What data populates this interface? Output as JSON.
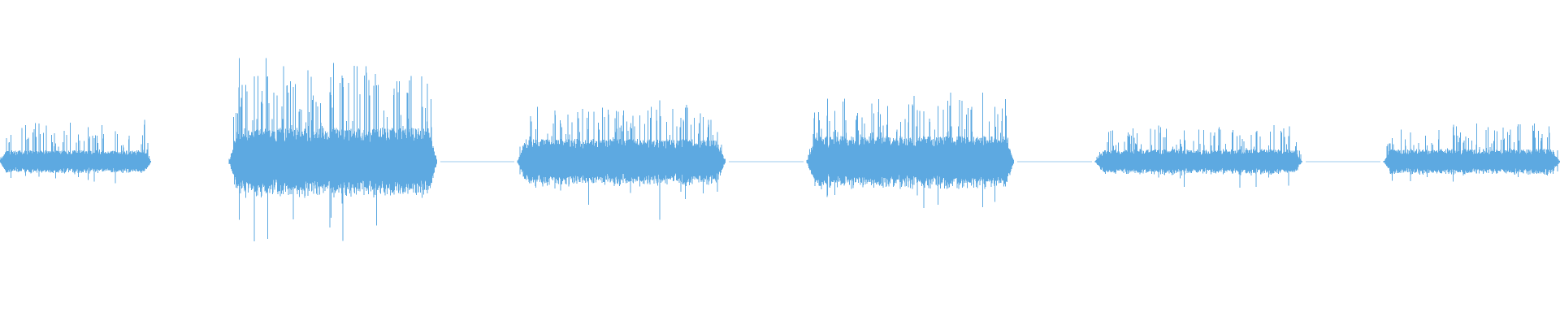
{
  "waveform": {
    "color": "#5DA9E1",
    "background": "#FFFFFF",
    "segments": [
      {
        "name": "segment-1",
        "start": 0.0,
        "end": 0.097,
        "amplitude": 0.2,
        "burstiness": 0.35,
        "kind": "sound"
      },
      {
        "name": "gap-1",
        "start": 0.097,
        "end": 0.147,
        "amplitude": 0.0,
        "burstiness": 0.0,
        "kind": "silence"
      },
      {
        "name": "segment-2",
        "start": 0.147,
        "end": 0.28,
        "amplitude": 0.6,
        "burstiness": 0.8,
        "kind": "sound"
      },
      {
        "name": "gap-2",
        "start": 0.28,
        "end": 0.332,
        "amplitude": 0.01,
        "burstiness": 0.0,
        "kind": "noise-floor"
      },
      {
        "name": "segment-3",
        "start": 0.332,
        "end": 0.465,
        "amplitude": 0.4,
        "burstiness": 0.45,
        "kind": "sound"
      },
      {
        "name": "gap-3",
        "start": 0.465,
        "end": 0.517,
        "amplitude": 0.01,
        "burstiness": 0.0,
        "kind": "noise-floor"
      },
      {
        "name": "segment-4",
        "start": 0.517,
        "end": 0.65,
        "amplitude": 0.45,
        "burstiness": 0.5,
        "kind": "sound"
      },
      {
        "name": "gap-4",
        "start": 0.65,
        "end": 0.702,
        "amplitude": 0.01,
        "burstiness": 0.0,
        "kind": "noise-floor"
      },
      {
        "name": "segment-5",
        "start": 0.702,
        "end": 0.835,
        "amplitude": 0.22,
        "burstiness": 0.3,
        "kind": "sound"
      },
      {
        "name": "gap-5",
        "start": 0.835,
        "end": 0.887,
        "amplitude": 0.01,
        "burstiness": 0.0,
        "kind": "noise-floor"
      },
      {
        "name": "segment-6",
        "start": 0.887,
        "end": 1.0,
        "amplitude": 0.22,
        "burstiness": 0.3,
        "kind": "sound"
      }
    ]
  }
}
